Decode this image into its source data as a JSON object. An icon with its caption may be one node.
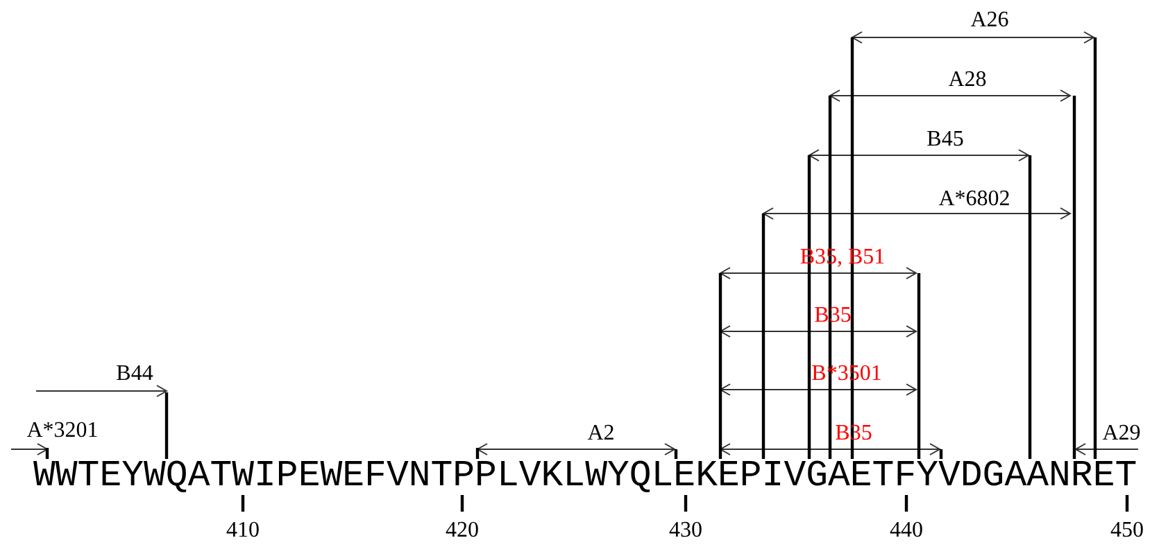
{
  "diagram": {
    "labels": [
      "A26",
      "A28",
      "B45",
      "A*6802",
      "B35, B51",
      "B35",
      "B44",
      "B*3501",
      "A*3201",
      "A2",
      "B35",
      "A29",
      "WWTEYWQATWIPEWEFVNTPPLVKLWYQLEKEPIVGAETFYVDGAANRET",
      "410",
      "420",
      "430",
      "440",
      "450"
    ]
  }
}
